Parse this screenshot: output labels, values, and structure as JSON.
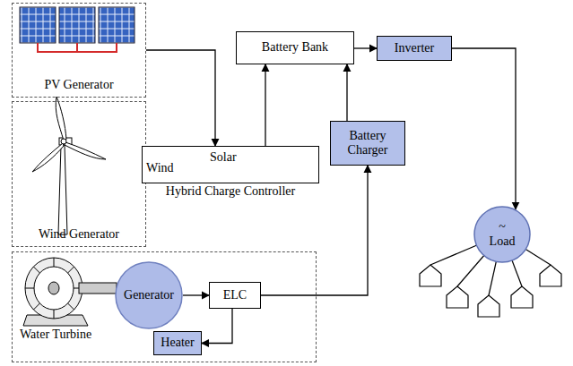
{
  "diagram": {
    "nodes": [
      {
        "text": [
          "PV Generator"
        ]
      },
      {
        "text": [
          "Battery Bank"
        ]
      },
      {
        "text": [
          "Inverter"
        ]
      },
      {
        "text": [
          "Wind Generator"
        ]
      },
      {
        "text": [
          "Solar",
          "Wind",
          "Hybrid Charge Controller"
        ]
      },
      {
        "text": [
          "Battery Charger"
        ]
      },
      {
        "text": [
          "~",
          "Load"
        ]
      },
      {
        "text": [
          "Water Turbine"
        ]
      },
      {
        "text": [
          "Generator"
        ],
        "in": 7
      },
      {
        "text": [
          "ELC"
        ],
        "in": 7
      },
      {
        "text": [
          "Heater"
        ],
        "in": 7
      }
    ],
    "edges": [
      {
        "from": 0,
        "to": 4,
        "arrow": "to"
      },
      {
        "from": 4,
        "to": 1,
        "arrow": "to"
      },
      {
        "from": 5,
        "to": 1,
        "arrow": "to"
      },
      {
        "from": 1,
        "to": 2,
        "arrow": "to"
      },
      {
        "from": 2,
        "to": 6,
        "arrow": "to"
      },
      {
        "from": 8,
        "to": 9,
        "arrow": "to"
      },
      {
        "from": 9,
        "to": 10,
        "arrow": "to"
      },
      {
        "from": 9,
        "to": 5,
        "arrow": "to"
      }
    ]
  }
}
